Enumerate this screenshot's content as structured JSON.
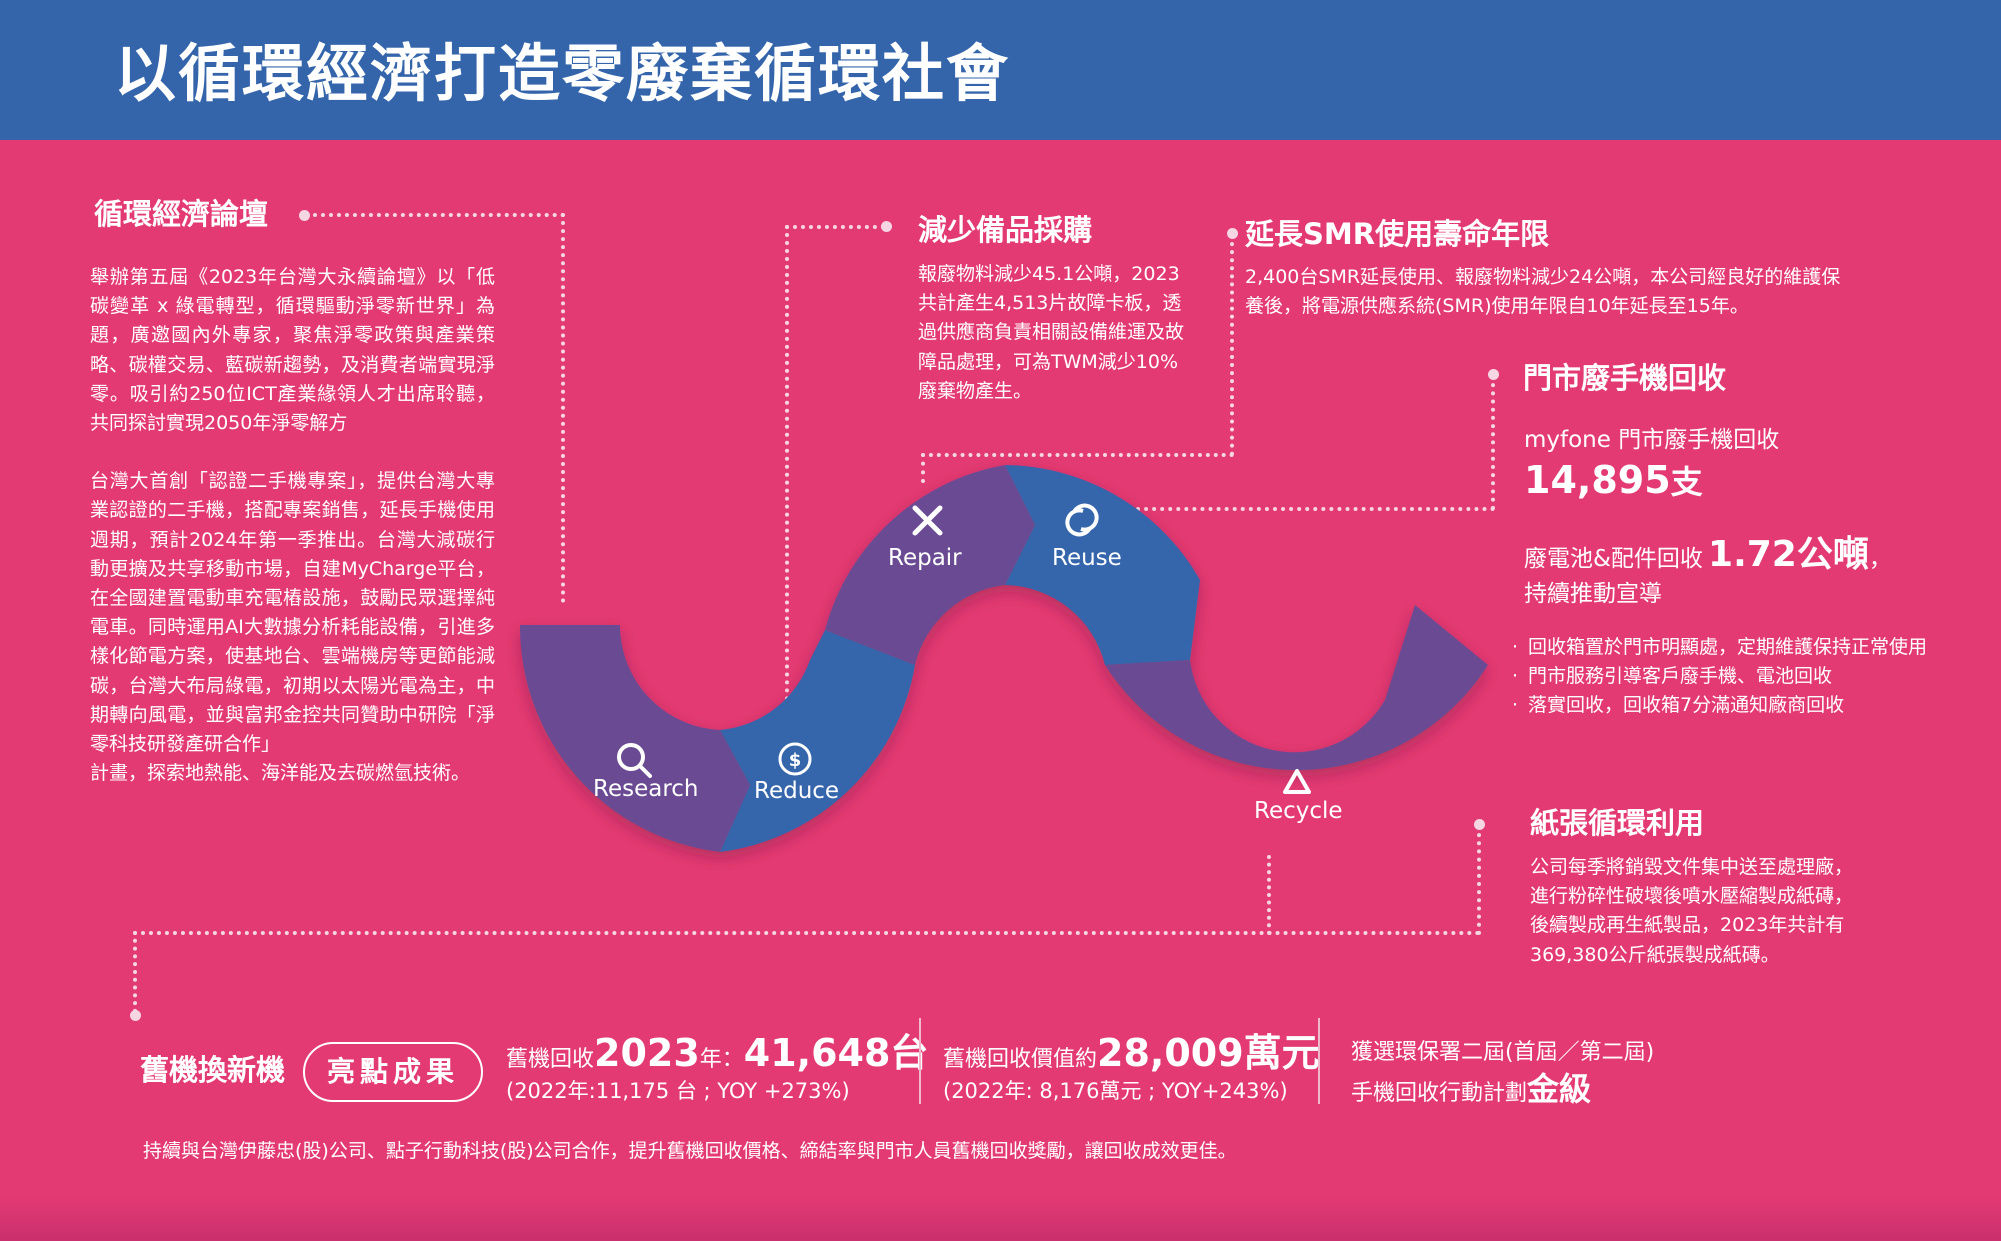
{
  "page": {
    "title": "以循環經濟打造零廢棄循環社會"
  },
  "forum": {
    "title": "循環經濟論壇",
    "p1": "舉辦第五屆《2023年台灣大永續論壇》以「低碳變革 x 綠電轉型，循環驅動淨零新世界」為題，廣邀國內外專家，聚焦淨零政策與產業策略、碳權交易、藍碳新趨勢，及消費者端實現淨零。吸引約250位ICT產業緣領人才出席聆聽，共同探討實現2050年淨零解方",
    "p2": "台灣大首創「認證二手機專案」，提供台灣大專業認證的二手機，搭配專案銷售，延長手機使用週期，預計2024年第一季推出。台灣大減碳行動更擴及共享移動市場，自建MyCharge平台，在全國建置電動車充電樁設施，鼓勵民眾選擇純電車。同時運用AI大數據分析耗能設備，引進多樣化節電方案，使基地台、雲端機房等更節能減碳，台灣大布局綠電，初期以太陽光電為主，中期轉向風電，並與富邦金控共同贊助中研院「淨零科技研發產研合作」",
    "p3": "計畫，探索地熱能、海洋能及去碳燃氫技術。"
  },
  "reduce_spares": {
    "title": "減少備品採購",
    "body": "報廢物料減少45.1公噸，2023共計產生4,513片故障卡板，透過供應商負責相關設備維運及故障品處理，可為TWM減少10%廢棄物產生。"
  },
  "smr": {
    "title": "延長SMR使用壽命年限",
    "body": "2,400台SMR延長使用、報廢物料減少24公噸，本公司經良好的維護保養後，將電源供應系統(SMR)使用年限自10年延長至15年。"
  },
  "store_recycle": {
    "title": "門市廢手機回收",
    "line1": "myfone 門市廢手機回收",
    "count": "14,895",
    "count_unit": "支",
    "battery_label": "廢電池&配件回收",
    "battery_value": "1.72公噸",
    "battery_suffix": "，",
    "line3": "持續推動宣導",
    "bullets": [
      "回收箱置於門市明顯處，定期維護保持正常使用",
      "門市服務引導客戶廢手機、電池回收",
      "落實回收，回收箱7分滿通知廠商回收"
    ]
  },
  "paper": {
    "title": "紙張循環利用",
    "body": "公司每季將銷毀文件集中送至處理廠，進行粉碎性破壞後噴水壓縮製成紙磚，後續製成再生紙製品，2023年共計有369,380公斤紙張製成紙磚。"
  },
  "cycle": {
    "research": "Research",
    "reduce": "Reduce",
    "repair": "Repair",
    "reuse": "Reuse",
    "recycle": "Recycle",
    "colors": {
      "purple": "#6b4c93",
      "blue": "#3565ab"
    }
  },
  "tradein": {
    "title": "舊機換新機",
    "pill": "亮點成果",
    "s1_prefix": "舊機回收",
    "s1_year": "2023",
    "s1_mid": "年：",
    "s1_value": "41,648台",
    "s1_sub": "(2022年:11,175 台 ; YOY +273%)",
    "s2_prefix": "舊機回收價值約",
    "s2_value": "28,009萬元",
    "s2_sub": "(2022年: 8,176萬元 ; YOY+243%)",
    "s3_line1": "獲選環保署二屆(首屆／第二屆)",
    "s3_line2_prefix": "手機回收行動計劃",
    "s3_line2_value": "金級",
    "footer": "持續與台灣伊藤忠(股)公司、點子行動科技(股)公司合作，提升舊機回收價格、締結率與門市人員舊機回收獎勵，讓回收成效更佳。"
  },
  "colors": {
    "background": "#e43a73",
    "header": "#3465ab",
    "dots": "#f6d6e3"
  }
}
